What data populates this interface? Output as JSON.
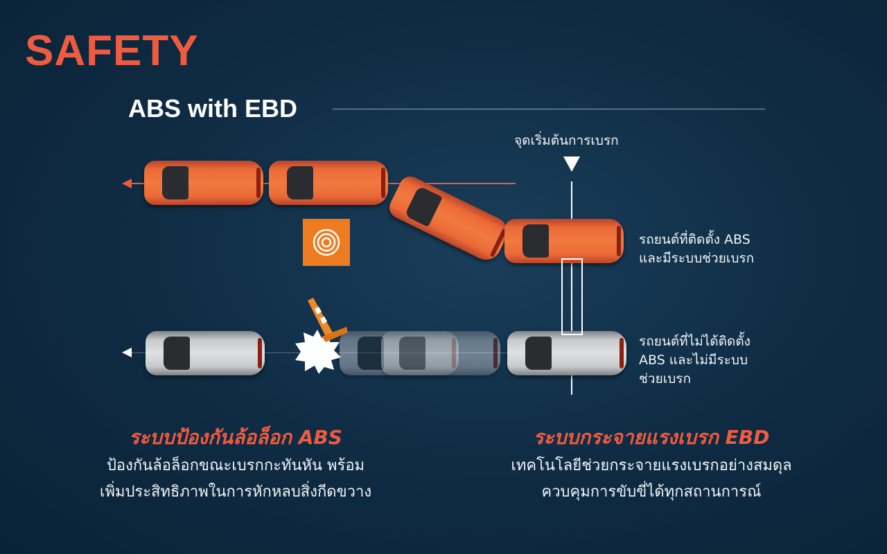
{
  "title": "SAFETY",
  "subtitle": "ABS with EBD",
  "brake_start_label": "จุดเริ่มต้นการเบรก",
  "abs_car_label": [
    "รถยนต์ที่ติดตั้ง ABS",
    "และมีระบบช่วยเบรก"
  ],
  "non_abs_car_label": [
    "รถยนต์ที่ไม่ได้ติดตั้ง",
    "ABS และไม่มีระบบ",
    "ช่วยเบรก"
  ],
  "abs_section": {
    "heading": "ระบบป้องกันล้อล็อก ABS",
    "lines": [
      "ป้องกันล้อล็อกขณะเบรกกะทันหัน พร้อม",
      "เพิ่มประสิทธิภาพในการหักหลบสิ่งกีดขวาง"
    ]
  },
  "ebd_section": {
    "heading": "ระบบกระจายแรงเบรก EBD",
    "lines": [
      "เทคโนโลยีช่วยกระจายแรงเบรกอย่างสมดุล",
      "ควบคุมการขับขี่ได้ทุกสถานการณ์"
    ]
  },
  "colors": {
    "accent": "#ef5b3f",
    "background": "#0f2c44",
    "obstacle": "#ee7b1f"
  }
}
